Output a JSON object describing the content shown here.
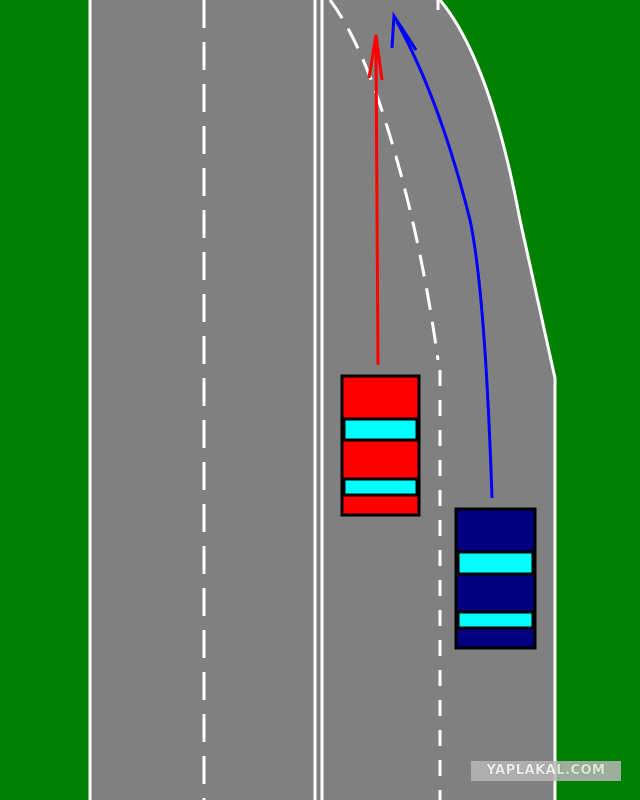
{
  "colors": {
    "grass": "#008000",
    "asphalt": "#808080",
    "marking": "#ffffff",
    "red_car_body": "#ff0000",
    "blue_car_body": "#000080",
    "car_window": "#00ffff",
    "car_outline": "#000000",
    "red_arrow": "#ff0000",
    "blue_arrow": "#0000ff"
  },
  "vehicles": [
    {
      "id": "red-car",
      "color": "red",
      "lane": "left-main-lane-right",
      "direction": "straight"
    },
    {
      "id": "blue-car",
      "color": "blue",
      "lane": "exit-lane",
      "direction": "bear-left"
    }
  ],
  "watermark": {
    "text": "YAPLAKAL.COM"
  }
}
